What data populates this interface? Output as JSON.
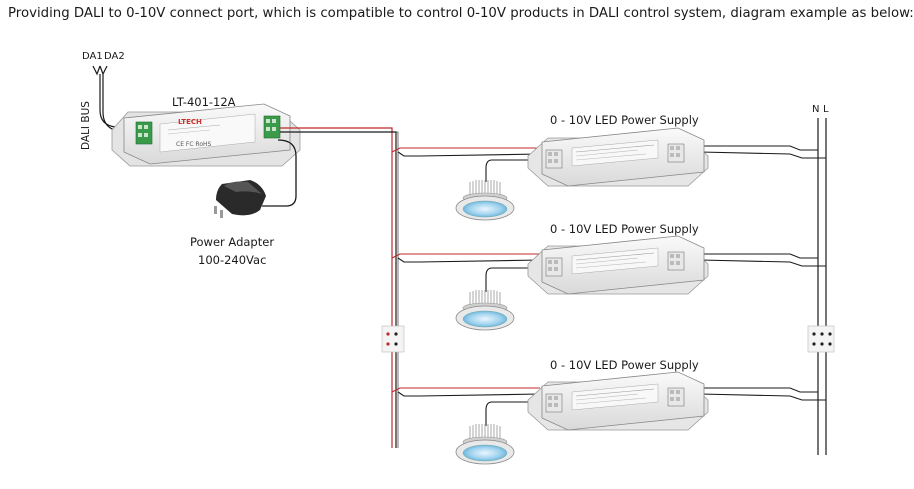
{
  "heading": "Providing DALI to 0-10V connect port, which is compatible to control 0-10V products in DALI control system, diagram example as below:",
  "controller": {
    "model": "LT-401-12A",
    "da1": "DA1",
    "da2": "DA2",
    "bus_label": "DALI BUS",
    "brand": "LTECH",
    "cert": "CE FC RoHS"
  },
  "adapter": {
    "name": "Power Adapter",
    "voltage": "100-240Vac"
  },
  "supplies": [
    {
      "label": "0 - 10V  LED Power Supply"
    },
    {
      "label": "0 - 10V  LED Power Supply"
    },
    {
      "label": "0 - 10V  LED Power Supply"
    }
  ],
  "mains": {
    "n": "N",
    "l": "L"
  },
  "colors": {
    "red_wire": "#c0282a",
    "black_wire": "#1a1a1a",
    "device_body": "#f2f2f2",
    "terminal_green": "#3a9a4a"
  }
}
